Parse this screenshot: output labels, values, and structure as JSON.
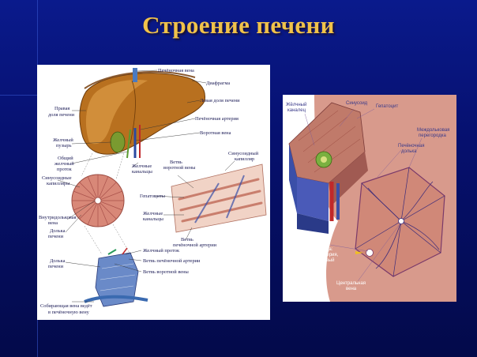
{
  "slide": {
    "title": "Строение печени"
  },
  "left_labels": {
    "hepatic_vein": "Печёночная вена",
    "diaphragm": "Диафрагма",
    "right_lobe_1": "Правая",
    "right_lobe_2": "доля печени",
    "left_lobe": "Левая доля печени",
    "hepatic_artery": "Печёночная артерия",
    "portal_vein": "Воротная вена",
    "gallbladder_1": "Желчный",
    "gallbladder_2": "пузырь",
    "common_duct_1": "Общий",
    "common_duct_2": "желчный",
    "common_duct_3": "проток",
    "bile_canals_1": "Желчные",
    "bile_canals_2": "канальцы",
    "portal_branch_1": "Ветвь",
    "portal_branch_2": "воротной вены",
    "sinusoid_cap_1": "Синусоидный",
    "sinusoid_cap_2": "капилляр",
    "sinusoid_caps_1": "Синусоидные",
    "sinusoid_caps_2": "капилляры",
    "hepatocytes": "Гепатоциты",
    "intralobular_1": "Внутридольковая",
    "intralobular_2": "вена",
    "lobule_1": "Долька",
    "lobule_2": "печени",
    "bile_canals_b1": "Желчные",
    "bile_canals_b2": "канальцы",
    "artery_branch_1": "Ветвь",
    "artery_branch_2": "печёночной артерии",
    "bile_duct": "Желчный проток",
    "artery_branch_b": "Ветвь  печёночной артерии",
    "portal_branch_b": "Ветвь воротной вены",
    "lobule_b1": "Долька",
    "lobule_b2": "печени",
    "collecting_1": "Собирающая вена ведёт",
    "collecting_2": "в печёночную вену"
  },
  "right_labels": {
    "bile_canal_1": "Жёлчный",
    "bile_canal_2": "каналец",
    "sinusoid": "Синусоид",
    "hepatocyte": "Гепатоцит",
    "interlobular_sep_1": "Междольковая",
    "interlobular_sep_2": "перегородка",
    "hepatic_lobule_1": "Печёночная",
    "hepatic_lobule_2": "долька",
    "triad_1": "Междольковая",
    "triad_2": "печёночная триада:",
    "triad_3": "междольковая артерия,",
    "triad_4": "вена и междольковый",
    "triad_5": "жёлчный проток",
    "central_vein_1": "Центральная",
    "central_vein_2": "вена"
  },
  "colors": {
    "title": "#f0c24a",
    "background": "#0a1a8c",
    "liver": "#b8701f",
    "lobule": "#d88878",
    "vein_blue": "#3a4fa8",
    "artery_red": "#c0282a"
  }
}
